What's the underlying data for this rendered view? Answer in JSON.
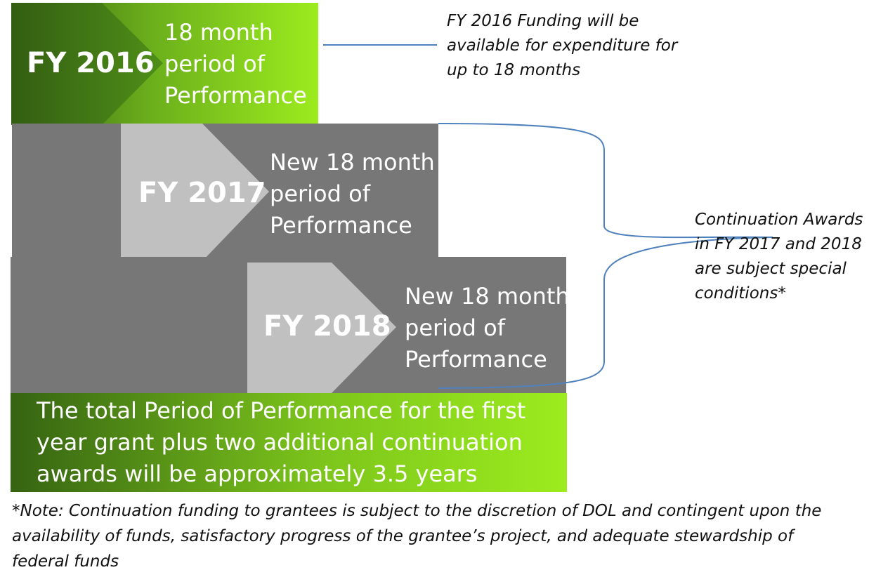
{
  "fy2016": {
    "label": "FY 2016",
    "lines": [
      "18 month",
      "period of",
      "Performance"
    ]
  },
  "fy2017": {
    "label": "FY 2017",
    "lines": [
      "New 18 month",
      "period of",
      "Performance"
    ]
  },
  "fy2018": {
    "label": "FY 2018",
    "lines": [
      "New 18 month",
      "period of",
      "Performance"
    ]
  },
  "summary": {
    "lines": [
      "The total Period of Performance for the first",
      "year grant plus two additional continuation",
      "awards will be approximately 3.5 years"
    ]
  },
  "callout_fy2016": {
    "lines": [
      "FY 2016 Funding will be",
      "available for expenditure for",
      "up to 18 months"
    ]
  },
  "callout_continuation": {
    "lines": [
      "Continuation Awards",
      "in FY 2017 and 2018",
      "are subject special",
      "conditions*"
    ]
  },
  "footnote": {
    "lines": [
      "*Note: Continuation funding to grantees is subject to the discretion of DOL and contingent upon the",
      "availability of funds, satisfactory progress of the grantee’s project, and adequate stewardship of",
      "federal funds"
    ]
  },
  "colors": {
    "green_dark": "#3a6b14",
    "green_light": "#99e61f",
    "gray_dark": "#777777",
    "gray_light": "#c0c0c0",
    "connector": "#4f81bd"
  }
}
